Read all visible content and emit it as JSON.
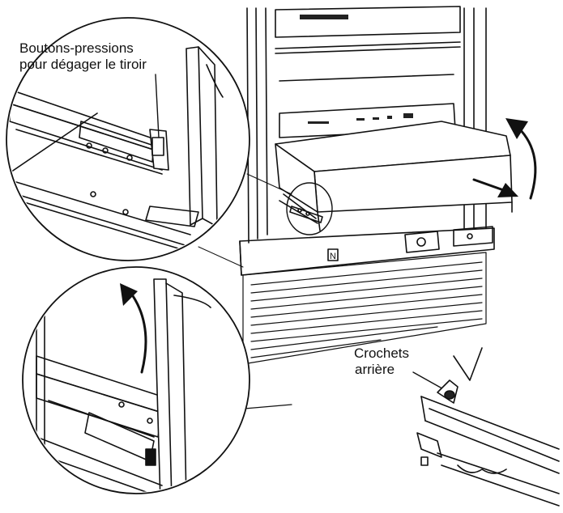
{
  "callouts": {
    "release_buttons": {
      "line1": "Boutons-pressions",
      "line2": "pour dégager le tiroir"
    },
    "rear_hooks": {
      "line1": "Crochets",
      "line2": "arrière"
    }
  },
  "appliance": {
    "badge_letter": "N"
  }
}
